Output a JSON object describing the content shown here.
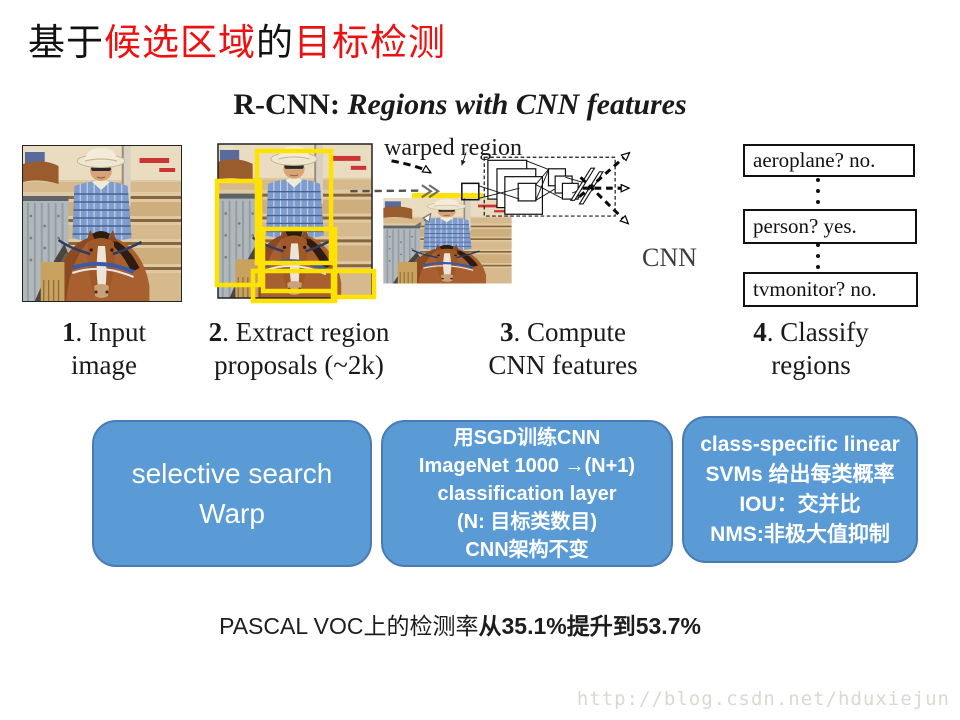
{
  "title": {
    "segments": [
      {
        "text": "基于"
      },
      {
        "text": "候选区域"
      },
      {
        "text": "的"
      },
      {
        "text": "目标检测"
      }
    ]
  },
  "figure": {
    "heading": {
      "bold": "R-CNN:",
      "italic": " Regions with CNN features"
    },
    "warped_label": "warped region",
    "cnn_label": "CNN",
    "class_boxes": [
      "aeroplane? no.",
      "person? yes.",
      "tvmonitor? no."
    ],
    "steps": [
      {
        "bold": "1",
        "rest": ". Input image"
      },
      {
        "bold": "2",
        "rest": ". Extract region proposals (~2k)"
      },
      {
        "bold": "3",
        "rest": ". Compute CNN features"
      },
      {
        "bold": "4",
        "rest": ". Classify regions"
      }
    ]
  },
  "boxes": [
    {
      "lines": [
        "selective search",
        "Warp"
      ]
    },
    {
      "lines": [
        "用SGD训练CNN",
        "ImageNet 1000 →(N+1)",
        "classification layer",
        "(N: 目标类数目)",
        "CNN架构不变"
      ]
    },
    {
      "lines": [
        "class-specific linear",
        "SVMs 给出每类概率",
        "IOU：交并比",
        "NMS:非极大值抑制"
      ]
    }
  ],
  "summary": {
    "normal": "PASCAL VOC上的检测率",
    "bold": "从35.1%提升到53.7%"
  },
  "watermark": "http://blog.csdn.net/hduxiejun",
  "colors": {
    "accent_red": "#ee1111",
    "box_fill": "#5b9bd5",
    "box_border": "#4a7bb5",
    "proposal_yellow": "#ffe102",
    "watermark_gray": "#d9d9cf"
  }
}
